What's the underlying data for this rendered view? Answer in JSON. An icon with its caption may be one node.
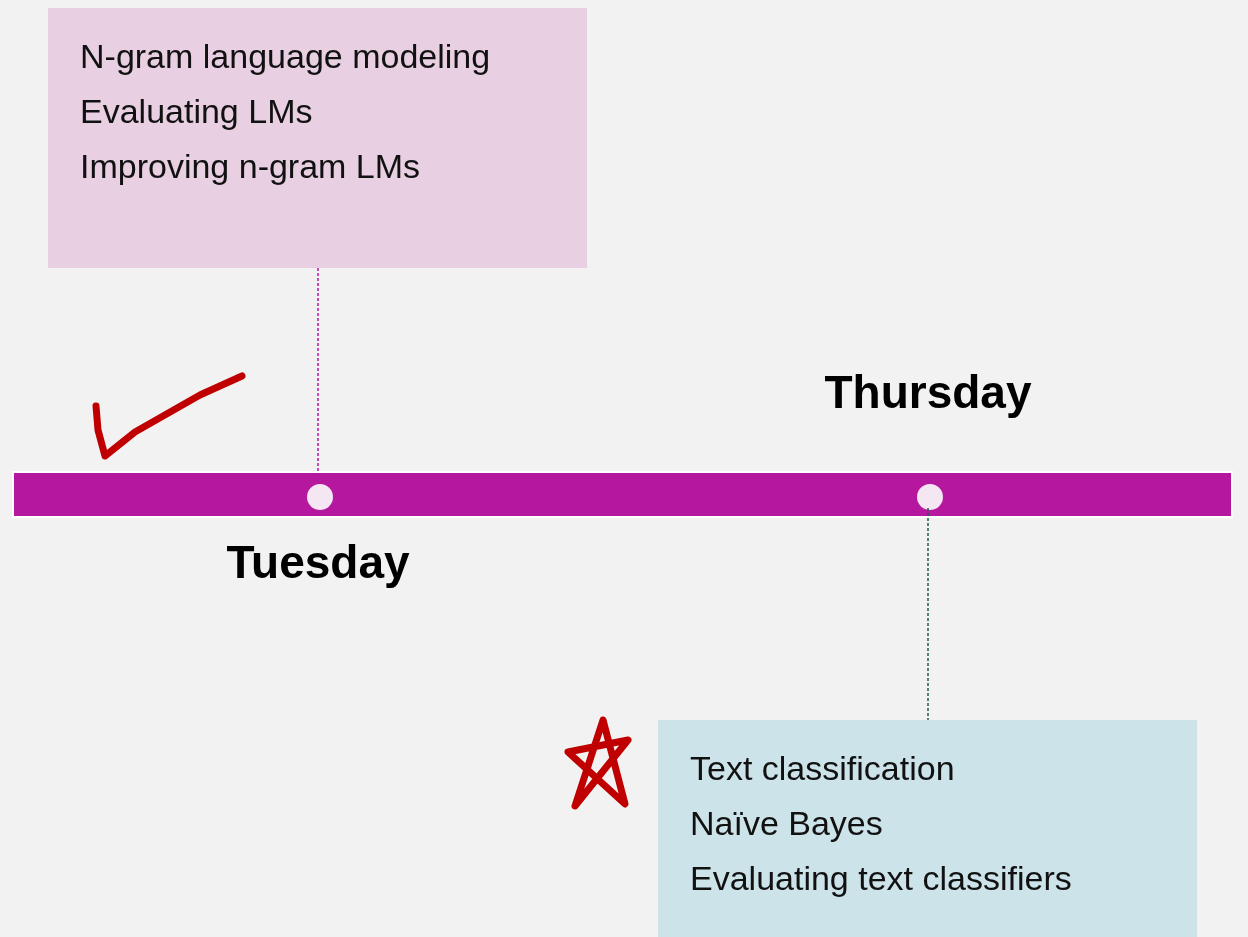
{
  "diagram": {
    "nodes": [
      {
        "text": [
          "N-gram language modeling",
          "Evaluating LMs",
          "Improving n-gram LMs"
        ]
      },
      {
        "text": [],
        "shape": "bar"
      },
      {
        "text": [],
        "shape": "circle",
        "in": 1,
        "beside": [
          "Tuesday"
        ]
      },
      {
        "text": [],
        "shape": "circle",
        "in": 1,
        "beside": [
          "Thursday"
        ]
      },
      {
        "text": [
          "Text classification",
          "Naïve Bayes",
          "Evaluating text classifiers"
        ]
      }
    ],
    "edges": [
      {
        "from": 0,
        "to": 2,
        "arrow": "none",
        "style": "dashed",
        "color": "#b5179e"
      },
      {
        "from": 3,
        "to": 4,
        "arrow": "none",
        "style": "dashed",
        "color": "#1f5a4a"
      }
    ]
  }
}
